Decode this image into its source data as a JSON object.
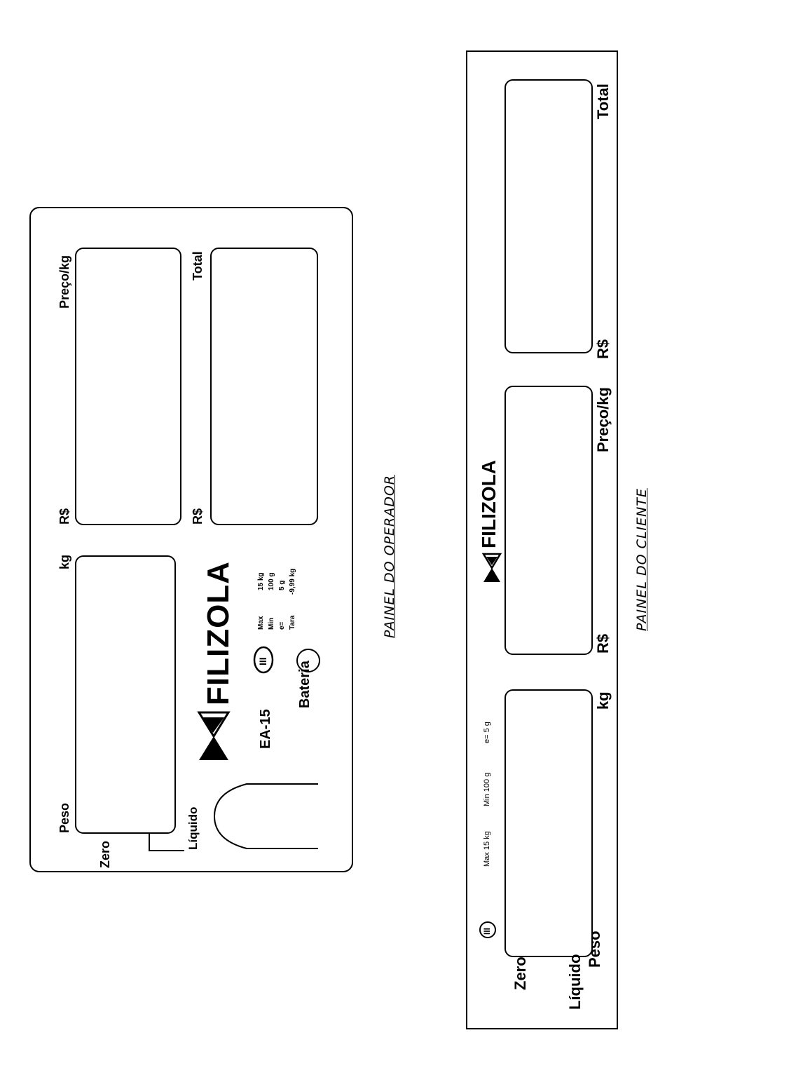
{
  "operator_panel": {
    "caption": "PAINEL DO OPERADOR",
    "displays": {
      "weight": {
        "top_label": "Peso",
        "unit": "kg"
      },
      "price": {
        "label": "Preço/kg",
        "currency": "R$"
      },
      "total": {
        "label": "Total",
        "currency": "R$"
      }
    },
    "zero_label": "Zero",
    "net_label": "Líquido",
    "brand": "FILIZOLA",
    "model": "EA-15",
    "accuracy_class": "III",
    "battery_label": "Bateria",
    "specs": [
      {
        "name": "Max",
        "value": "15 kg"
      },
      {
        "name": "Min",
        "value": "100 g"
      },
      {
        "name": "e=",
        "value": "5 g"
      },
      {
        "name": "Tara",
        "value": "-9,99 kg"
      }
    ]
  },
  "client_panel": {
    "caption": "PAINEL DO CLIENTE",
    "brand": "FILIZOLA",
    "accuracy_class": "III",
    "specs": [
      "Max 15 kg",
      "Min 100 g",
      "e= 5 g"
    ],
    "zero_label": "Zero",
    "net_label": "Líquido",
    "displays": {
      "weight": {
        "label": "Peso",
        "unit": "kg"
      },
      "price": {
        "label": "Preço/kg",
        "currency": "R$"
      },
      "total": {
        "label": "Total",
        "currency": "R$"
      }
    }
  }
}
